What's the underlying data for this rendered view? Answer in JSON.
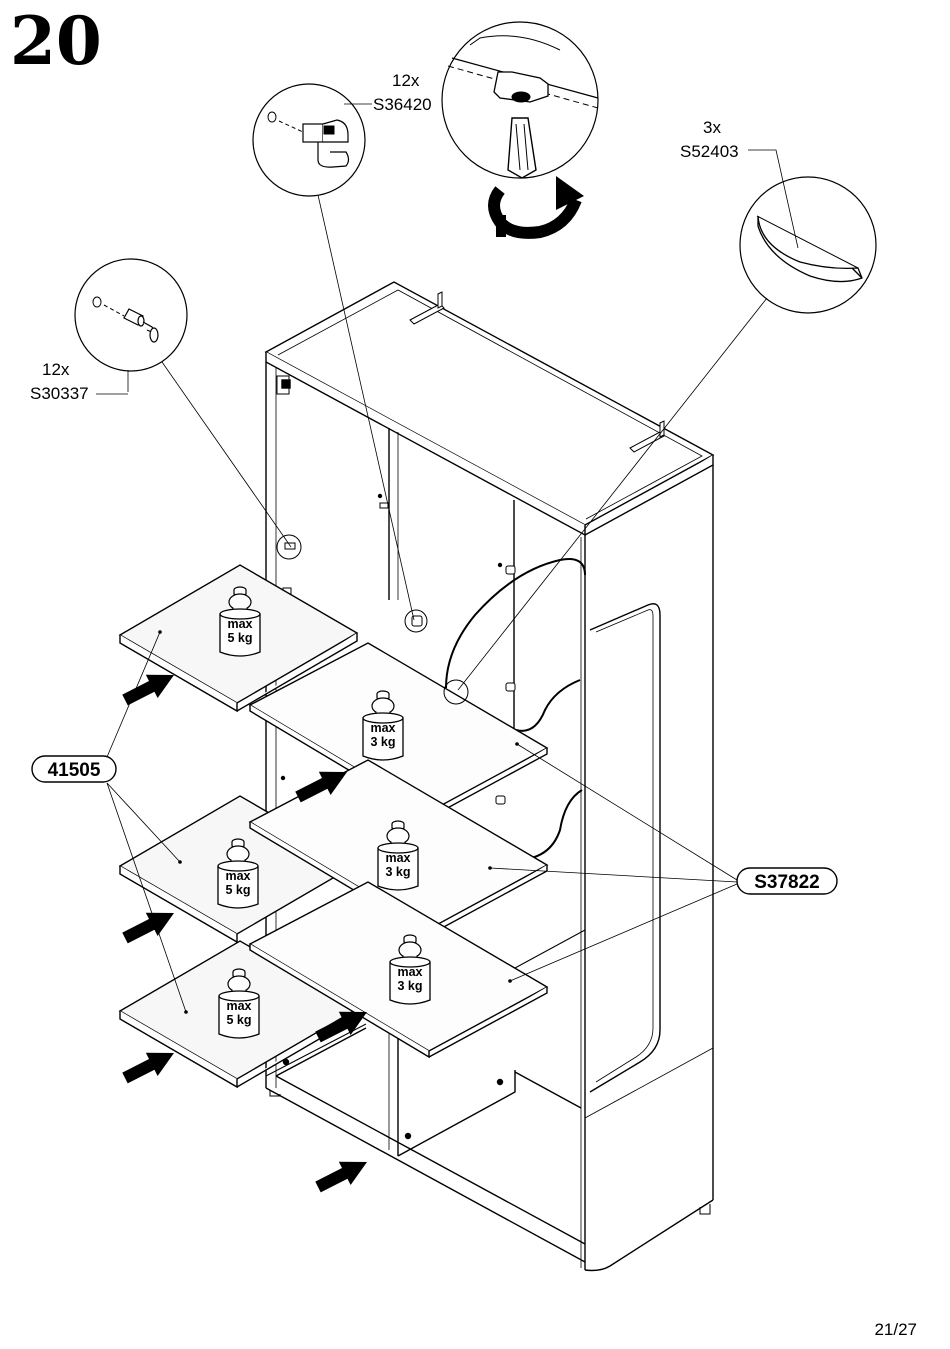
{
  "step_number": "20",
  "page_number": "21/27",
  "colors": {
    "ink": "#000000",
    "paper": "#ffffff",
    "shelf_fill": "#f7f7f7",
    "glass_fill": "#fdfdfd"
  },
  "callouts": {
    "shelf_pin": {
      "qty": "12x",
      "code": "S30337",
      "icon": "shelf-pin-icon"
    },
    "glass_clip": {
      "qty": "12x",
      "code": "S36420",
      "icon": "glass-shelf-support-icon"
    },
    "screw_detail": {
      "icon": "screwdriver-rotate-icon"
    },
    "cable_clip": {
      "qty": "3x",
      "code": "S52403",
      "icon": "cable-clip-icon"
    }
  },
  "parts": {
    "wood_shelf": "41505",
    "glass_shelf": "S37822"
  },
  "weights": {
    "wood": {
      "line1": "max",
      "line2": "5 kg"
    },
    "glass": {
      "line1": "max",
      "line2": "3 kg"
    }
  }
}
